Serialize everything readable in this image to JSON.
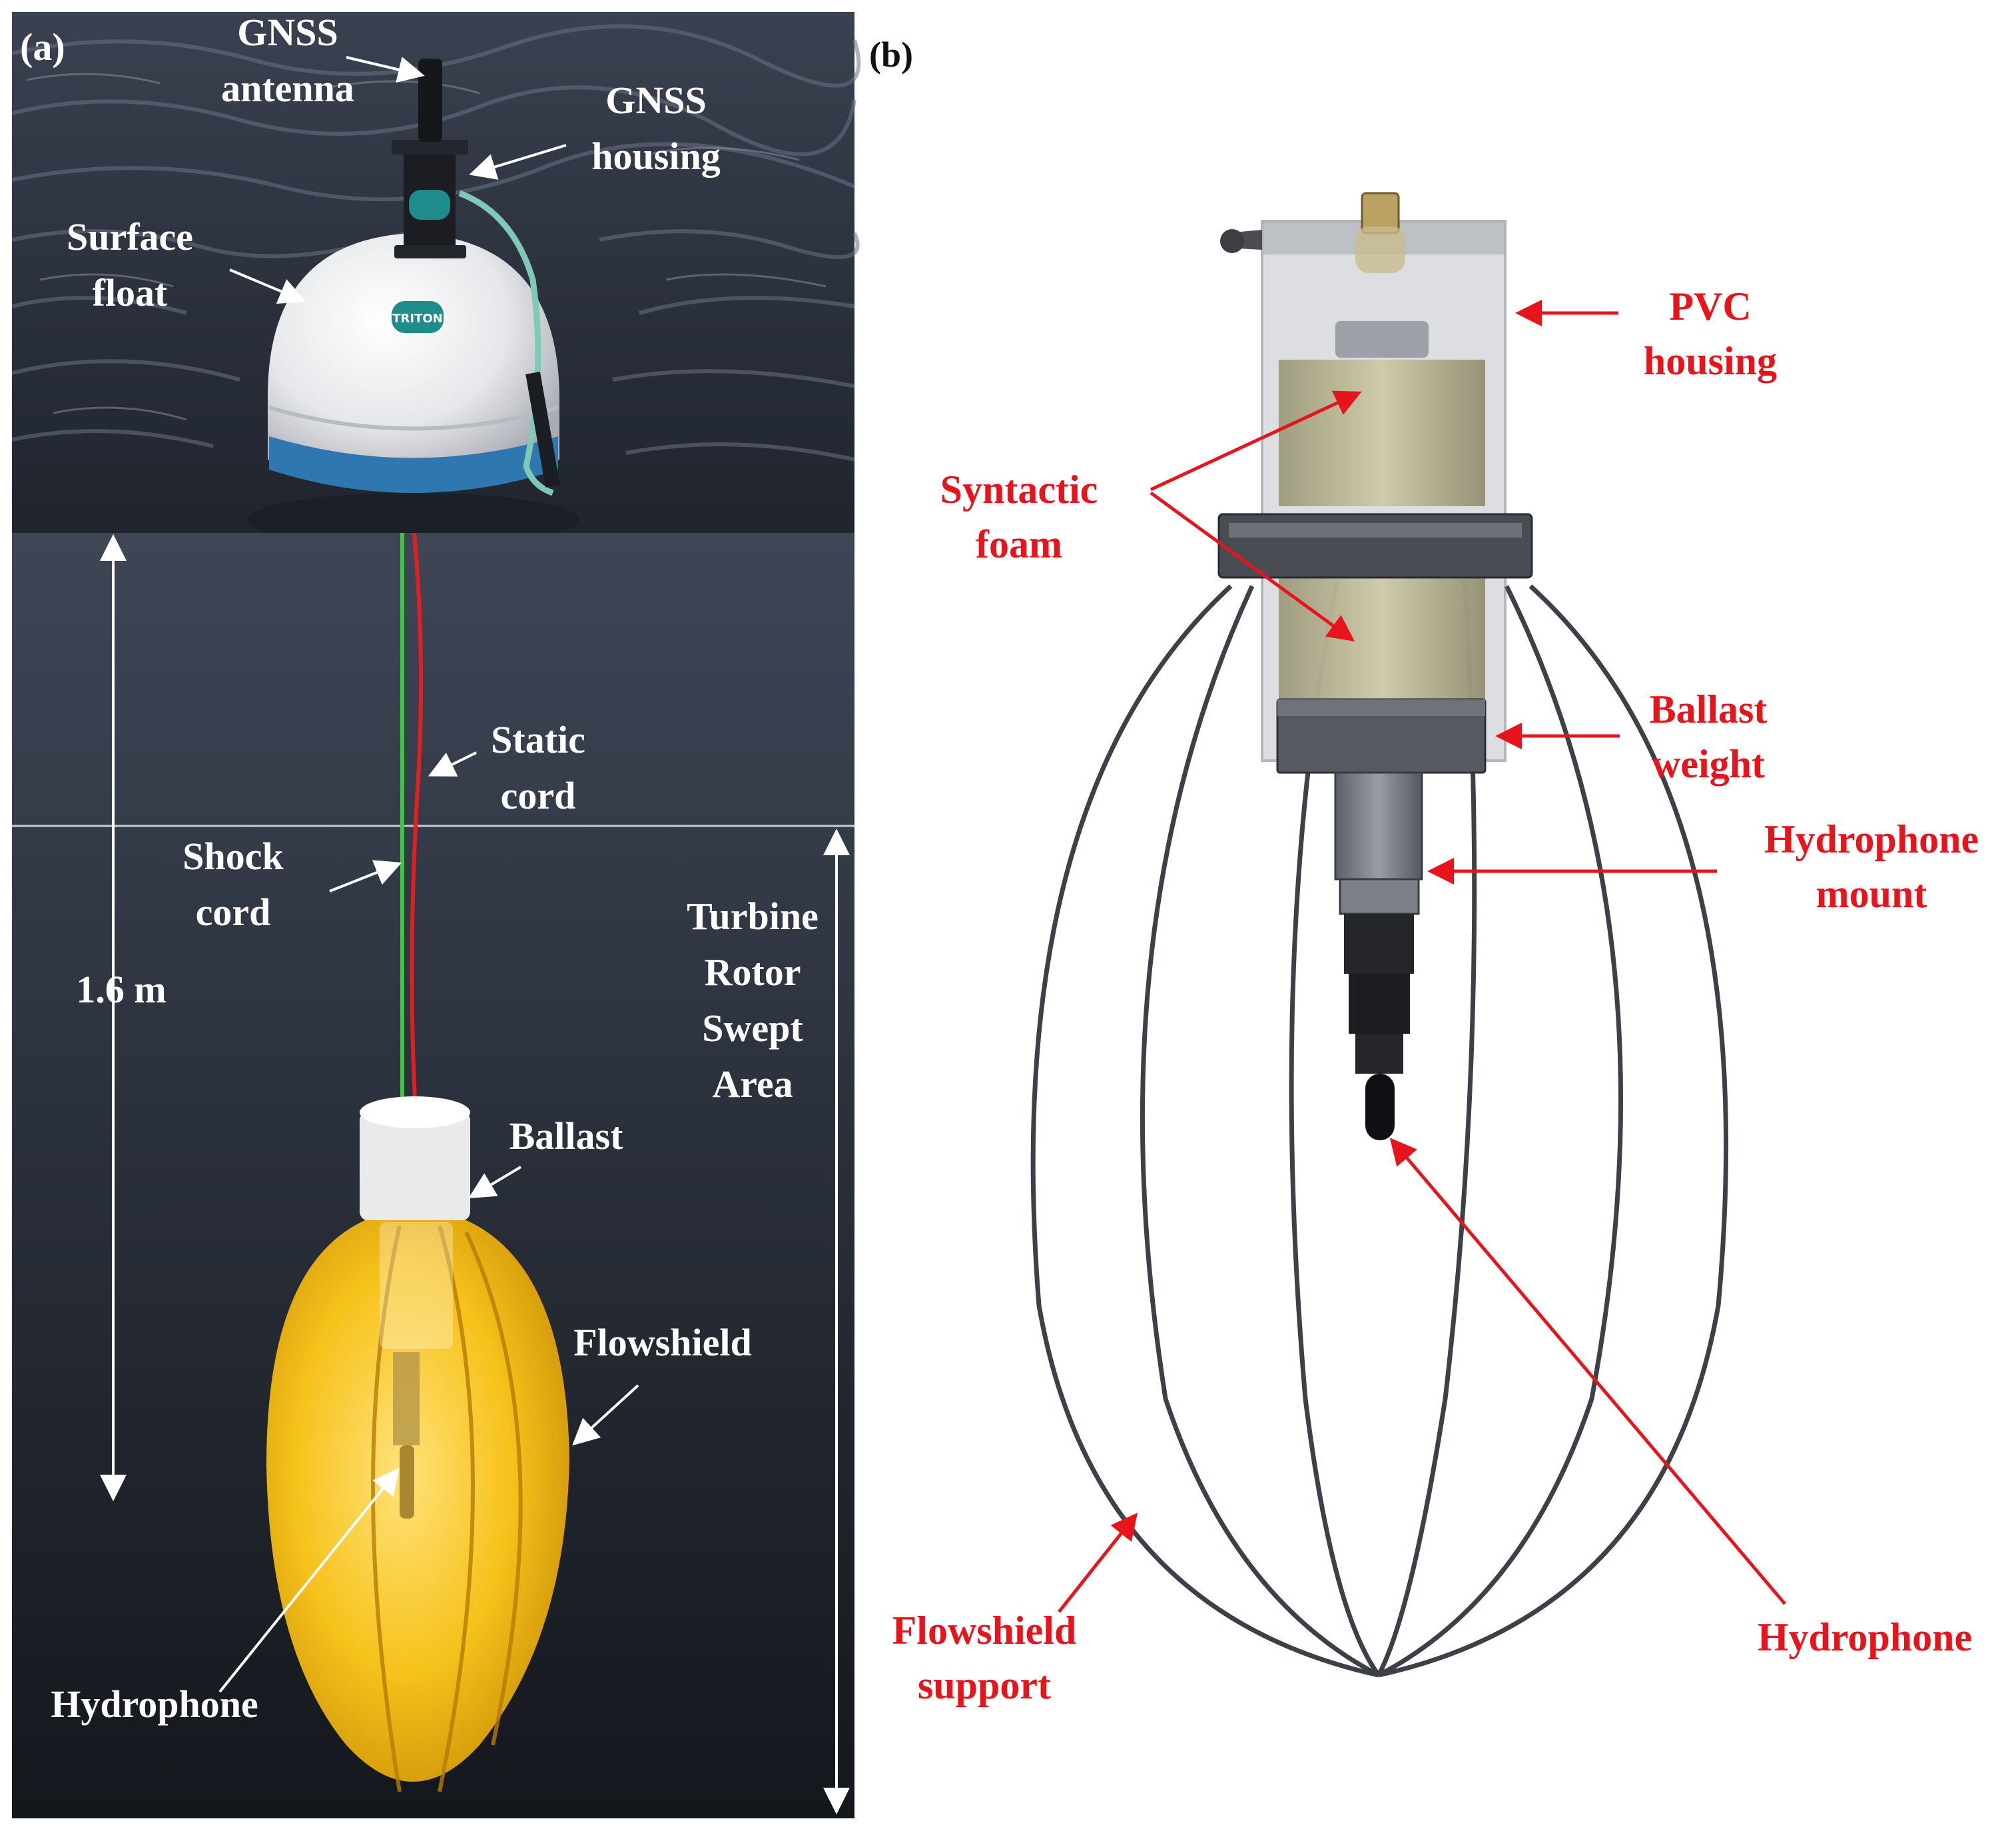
{
  "panels": {
    "a": {
      "panel_label": "(a)",
      "labels": {
        "gnss_antenna": [
          "GNSS",
          "antenna"
        ],
        "gnss_housing": [
          "GNSS",
          "housing"
        ],
        "surface_float": [
          "Surface",
          "float"
        ],
        "static_cord": [
          "Static",
          "cord"
        ],
        "shock_cord": [
          "Shock",
          "cord"
        ],
        "length": "1.6 m",
        "swept_area": [
          "Turbine",
          "Rotor",
          "Swept",
          "Area"
        ],
        "ballast": "Ballast",
        "flowshield": "Flowshield",
        "hydrophone": "Hydrophone"
      },
      "float_logo": "TRITON",
      "cord_colors": {
        "shock": "#3cc83c",
        "static": "#e02020"
      }
    },
    "b": {
      "panel_label": "(b)",
      "labels": {
        "pvc_housing": [
          "PVC",
          "housing"
        ],
        "syntactic_foam": [
          "Syntactic",
          "foam"
        ],
        "ballast_weight": [
          "Ballast",
          "weight"
        ],
        "hydrophone_mount": [
          "Hydrophone",
          "mount"
        ],
        "hydrophone": "Hydrophone",
        "flowshield_support": [
          "Flowshield",
          "support"
        ]
      },
      "annotation_color": "#e8141c"
    }
  }
}
